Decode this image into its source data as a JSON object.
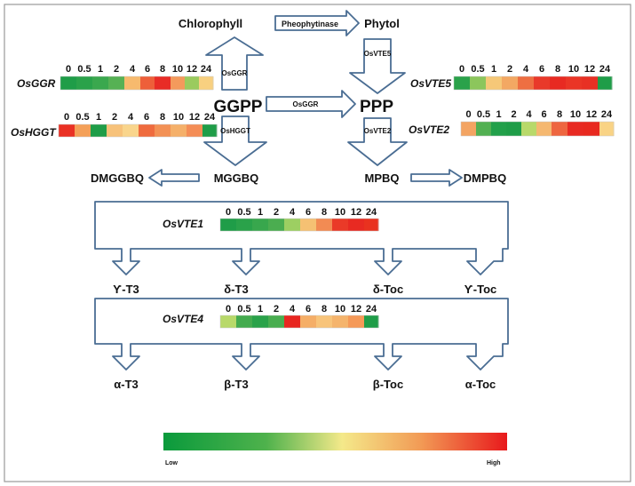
{
  "colors": {
    "arrow_stroke": "#4a6d93",
    "frame": "#9a9a9a",
    "heat_low": "#0a9a3c",
    "heat_mid": "#f4e98a",
    "heat_high": "#e8191c"
  },
  "metabolites": {
    "chlorophyll": "Chlorophyll",
    "phytol": "Phytol",
    "ggpp": "GGPP",
    "ppp": "PPP",
    "mggbq": "MGGBQ",
    "dmggbq": "DMGGBQ",
    "mpbq": "MPBQ",
    "dmpbq": "DMPBQ",
    "gamma_t3": "Ƴ-T3",
    "delta_t3": "δ-T3",
    "delta_toc": "δ-Toc",
    "gamma_toc": "Ƴ-Toc",
    "alpha_t3": "α-T3",
    "beta_t3": "β-T3",
    "beta_toc": "β-Toc",
    "alpha_toc": "α-Toc"
  },
  "enzymes": {
    "pheophytinase": "Pheophytinase",
    "osggr_up": "OsGGR",
    "osggr_right": "OsGGR",
    "oshggt": "OsHGGT",
    "osvte5": "OsVTE5",
    "osvte2": "OsVTE2"
  },
  "heatmaps": {
    "time_labels": [
      "0",
      "0.5",
      "1",
      "2",
      "4",
      "6",
      "8",
      "10",
      "12",
      "24"
    ],
    "osggr": {
      "name": "OsGGR",
      "colors": [
        "#1f9d48",
        "#2aa24a",
        "#3aa84e",
        "#56b154",
        "#f7ba6e",
        "#ee5f3a",
        "#e82c26",
        "#f49a5c",
        "#9acb5e",
        "#f8d080"
      ]
    },
    "oshggt": {
      "name": "OsHGGT",
      "colors": [
        "#ea3124",
        "#f4a058",
        "#1f9d48",
        "#f7c27a",
        "#f9d58c",
        "#ef6b3e",
        "#f39155",
        "#f5b06a",
        "#f48d56",
        "#1f9d48"
      ]
    },
    "osvte5": {
      "name": "OsVTE5",
      "colors": [
        "#2aa24a",
        "#8cc65c",
        "#f6c878",
        "#f3a863",
        "#ee6f42",
        "#e9392a",
        "#e82a22",
        "#ea3526",
        "#e83024",
        "#1f9d48"
      ]
    },
    "osvte2": {
      "name": "OsVTE2",
      "colors": [
        "#f3a462",
        "#52b052",
        "#22a04a",
        "#1f9d48",
        "#b8d96a",
        "#f5b870",
        "#ee6640",
        "#e82a22",
        "#e8291f",
        "#f9d385"
      ]
    },
    "osvte1": {
      "name": "OsVTE1",
      "colors": [
        "#1f9d48",
        "#2aa24a",
        "#38a74d",
        "#4bad50",
        "#9dcf62",
        "#f5c173",
        "#f28b53",
        "#ea3a28",
        "#e82a22",
        "#e9321f"
      ]
    },
    "osvte4": {
      "name": "OsVTE4",
      "colors": [
        "#b8d96a",
        "#44ab4f",
        "#2aa24a",
        "#49ad50",
        "#e82620",
        "#f5ae67",
        "#f8c47a",
        "#f5b46c",
        "#f59958",
        "#1f9d48"
      ]
    }
  },
  "legend": {
    "low": "Low",
    "high": "High"
  }
}
